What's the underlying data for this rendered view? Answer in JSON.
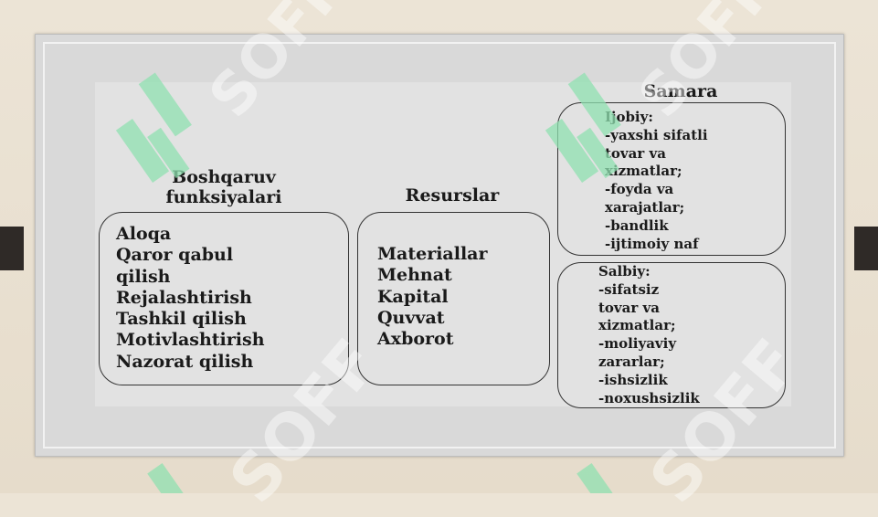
{
  "diagram": {
    "management": {
      "heading": [
        "Boshqaruv",
        "funksiyalari"
      ],
      "items": [
        "Aloqa",
        "Qaror qabul",
        "qilish",
        "Rejalashtirish",
        "Tashkil qilish",
        "Motivlashtirish",
        "Nazorat qilish"
      ]
    },
    "resources": {
      "heading": "Resurslar",
      "items": [
        "Materiallar",
        "Mehnat",
        "Kapital",
        "Quvvat",
        "Axborot"
      ]
    },
    "efficiency": {
      "heading": "Samara",
      "positive": {
        "lines": [
          "Ijobiy:",
          "-yaxshi sifatli",
          "tovar va",
          "xizmatlar;",
          "-foyda va",
          "xarajatlar;",
          "-bandlik",
          "-ijtimoiy naf"
        ]
      },
      "negative": {
        "lines": [
          "Salbiy:",
          "-sifatsiz",
          "tovar va",
          "xizmatlar;",
          "-moliyaviy",
          "zararlar;",
          "-ishsizlik",
          "-noxushsizlik"
        ]
      }
    }
  },
  "watermark": {
    "text": "SOFF"
  }
}
